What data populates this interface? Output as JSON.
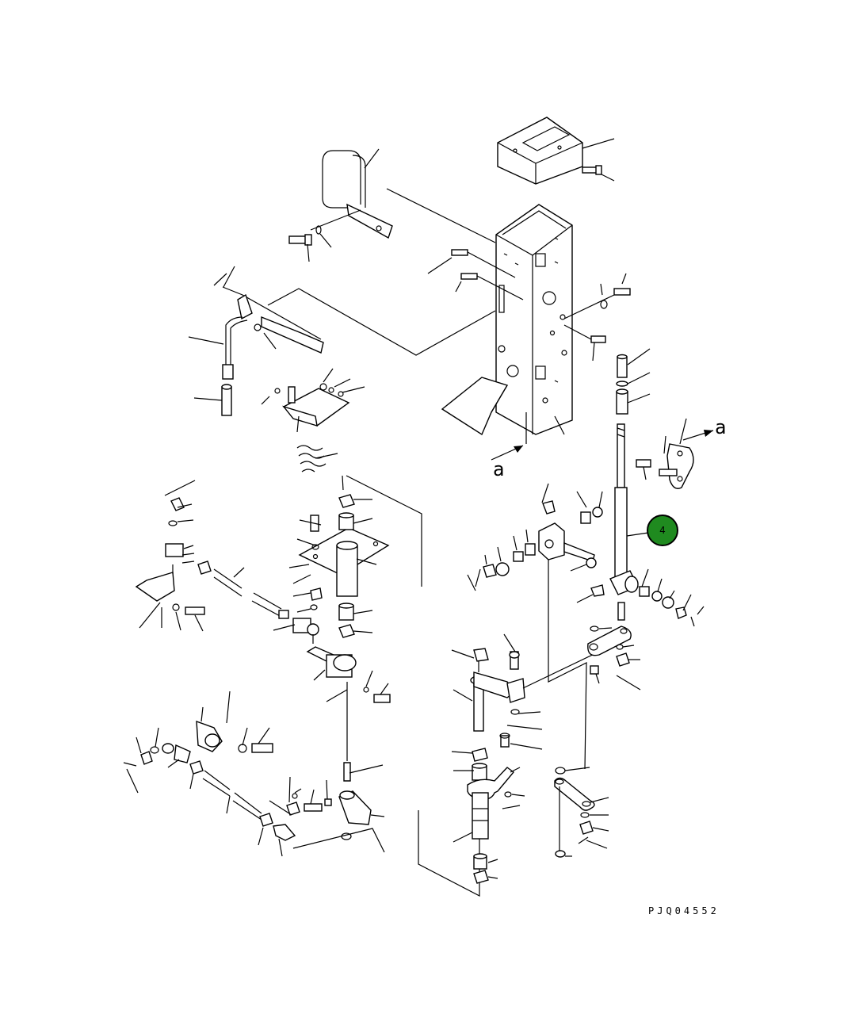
{
  "diagram": {
    "drawing_code": "PJQ04552",
    "section_marker_a": "a",
    "highlight": {
      "callout_number": "4",
      "fill_color": "#1f8a1f",
      "stroke_color": "#000000"
    }
  }
}
